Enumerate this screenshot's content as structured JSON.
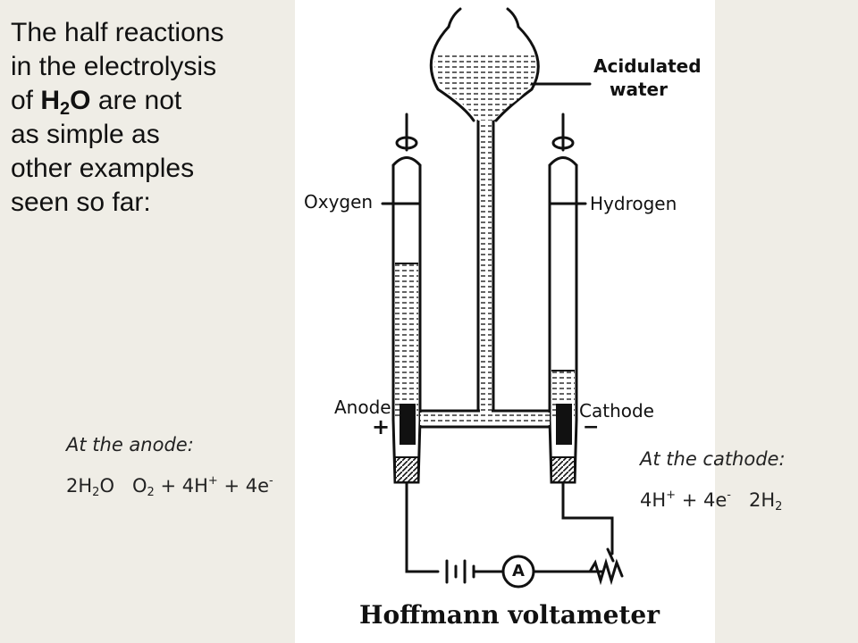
{
  "intro": {
    "line1": "The half reactions",
    "line2": "in the electrolysis",
    "line3_pre": "of ",
    "line3_chem": "H",
    "line3_sub": "2",
    "line3_chem2": "O",
    "line3_post": " are not",
    "line4": "as simple as",
    "line5": "other examples",
    "line6": "seen so far:"
  },
  "diagram": {
    "label_water_1": "Acidulated",
    "label_water_2": "water",
    "label_oxygen": "Oxygen",
    "label_hydrogen": "Hydrogen",
    "label_anode": "Anode",
    "label_anode_sign": "+",
    "label_cathode": "Cathode",
    "label_cathode_sign": "−",
    "ammeter_symbol": "A",
    "caption": "Hoffmann voltameter"
  },
  "anode": {
    "heading": "At the anode:",
    "t1": "2H",
    "s1": "2",
    "t2": "O",
    "arrow": "",
    "t3": "O",
    "s2": "2",
    "t4": " + 4H",
    "sup1": "+",
    "t5": "  +  4e",
    "sup2": "-"
  },
  "cathode": {
    "heading": "At the cathode:",
    "t1": "4H",
    "sup1": "+",
    "t2": " + 4e",
    "sup2": "-",
    "arrow": "",
    "t3": "2H",
    "s1": "2"
  },
  "colors": {
    "background": "#efede6",
    "panel": "#ffffff",
    "ink": "#111111"
  }
}
